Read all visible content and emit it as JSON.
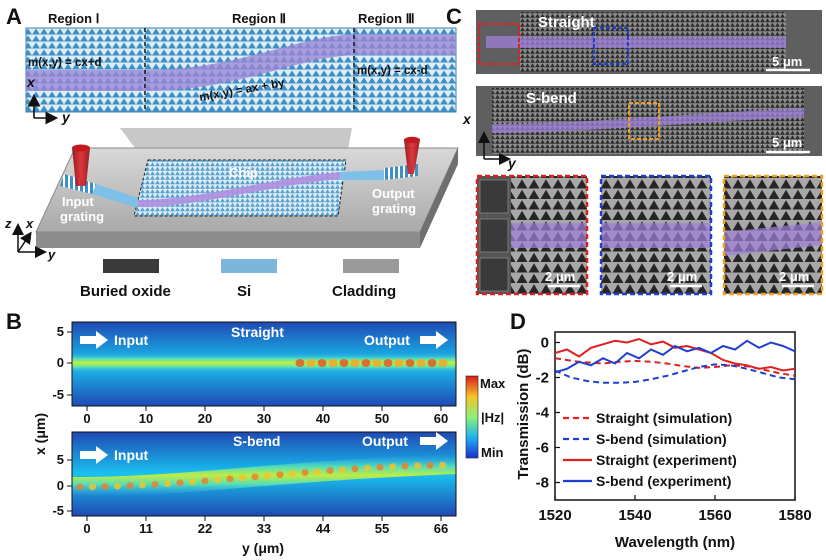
{
  "panels": {
    "a": "A",
    "b": "B",
    "c": "C",
    "d": "D"
  },
  "panel_a": {
    "regions": [
      "Region Ⅰ",
      "Region Ⅱ",
      "Region Ⅲ"
    ],
    "eq_left": "m(x,y) = cx+d",
    "eq_mid": "m(x,y) = ax + by",
    "eq_right": "m(x,y) = cx-d",
    "axis_x": "x",
    "axis_y": "y",
    "axis_z": "z",
    "chip_label": "Chip",
    "input_grating": [
      "Input",
      "grating"
    ],
    "output_grating": [
      "Output",
      "grating"
    ],
    "legend": [
      {
        "label": "Buried oxide",
        "color": "#3a3a3a"
      },
      {
        "label": "Si",
        "color": "#7db6dd"
      },
      {
        "label": "Cladding",
        "color": "#9a9a9a"
      }
    ]
  },
  "panel_b": {
    "top_title": "Straight",
    "bottom_title": "S-bend",
    "input_label": "Input",
    "output_label": "Output",
    "ylabel": "x (μm)",
    "xlabel": "y (μm)",
    "top_xticks": [
      "0",
      "10",
      "20",
      "30",
      "40",
      "50",
      "60"
    ],
    "bottom_xticks": [
      "0",
      "11",
      "22",
      "33",
      "44",
      "55",
      "66"
    ],
    "top_yticks": [
      "5",
      "0",
      "-5"
    ],
    "bottom_yticks": [
      "5",
      "0",
      "-5"
    ],
    "colorbar_max": "Max",
    "colorbar_min": "Min",
    "colorbar_label": "|Hz|"
  },
  "panel_c": {
    "straight_label": "Straight",
    "sbend_label": "S-bend",
    "scale_5um": "5 μm",
    "scale_2um": "2 μm",
    "axis_x": "x",
    "axis_y": "y",
    "box_colors": {
      "red": "#e02020",
      "blue": "#1f3fd0",
      "orange": "#f0a020"
    }
  },
  "chart_data": {
    "type": "line",
    "xlabel": "Wavelength (nm)",
    "ylabel": "Transmission (dB)",
    "xlim": [
      1520,
      1580
    ],
    "ylim": [
      -9,
      0.6
    ],
    "xticks": [
      1520,
      1540,
      1560,
      1580
    ],
    "yticks": [
      0,
      -2,
      -4,
      -6,
      -8
    ],
    "legend_position": "lower-left",
    "series": [
      {
        "name": "Straight (simulation)",
        "color": "#e02020",
        "dash": true,
        "x": [
          1520,
          1526,
          1532,
          1536,
          1540,
          1544,
          1548,
          1552,
          1556,
          1560,
          1564,
          1568,
          1572,
          1576,
          1580
        ],
        "y": [
          -0.9,
          -1.1,
          -1.2,
          -1.1,
          -1.05,
          -1.1,
          -1.2,
          -1.35,
          -1.45,
          -1.4,
          -1.3,
          -1.35,
          -1.55,
          -1.75,
          -1.9
        ]
      },
      {
        "name": "S-bend (simulation)",
        "color": "#1f3fd0",
        "dash": true,
        "x": [
          1520,
          1524,
          1528,
          1532,
          1536,
          1540,
          1544,
          1548,
          1552,
          1556,
          1560,
          1564,
          1568,
          1572,
          1576,
          1580
        ],
        "y": [
          -1.6,
          -2.0,
          -2.2,
          -2.3,
          -2.3,
          -2.25,
          -2.1,
          -1.9,
          -1.65,
          -1.4,
          -1.25,
          -1.3,
          -1.5,
          -1.75,
          -2.0,
          -2.1
        ]
      },
      {
        "name": "Straight (experiment)",
        "color": "#e02020",
        "dash": false,
        "x": [
          1520,
          1523,
          1526,
          1529,
          1532,
          1535,
          1538,
          1541,
          1544,
          1547,
          1550,
          1553,
          1556,
          1559,
          1562,
          1565,
          1568,
          1571,
          1574,
          1577,
          1580
        ],
        "y": [
          -0.6,
          -0.4,
          -0.8,
          -0.3,
          -0.1,
          0.1,
          0.0,
          0.2,
          -0.1,
          0.05,
          -0.3,
          -0.2,
          -0.4,
          -0.6,
          -1.0,
          -1.2,
          -1.3,
          -1.5,
          -1.4,
          -1.6,
          -1.5
        ]
      },
      {
        "name": "S-bend (experiment)",
        "color": "#1f3fd0",
        "dash": false,
        "x": [
          1520,
          1523,
          1526,
          1529,
          1532,
          1535,
          1538,
          1541,
          1544,
          1547,
          1550,
          1553,
          1556,
          1559,
          1562,
          1565,
          1568,
          1571,
          1574,
          1577,
          1580
        ],
        "y": [
          -1.7,
          -1.5,
          -1.1,
          -1.3,
          -0.9,
          -1.2,
          -0.6,
          -0.9,
          -0.4,
          -0.7,
          -0.2,
          -0.5,
          -0.3,
          -0.6,
          -0.2,
          -0.4,
          0.1,
          -0.3,
          0.0,
          -0.2,
          -0.5
        ]
      }
    ]
  }
}
